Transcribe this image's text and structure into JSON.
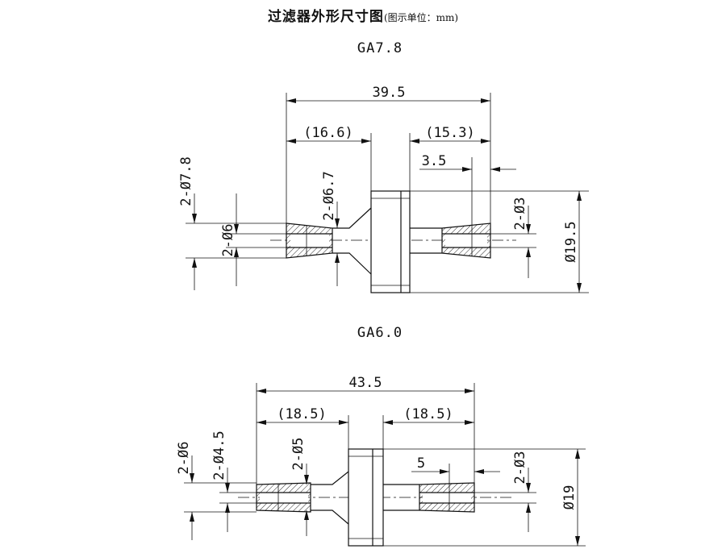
{
  "header": {
    "title": "过滤器外形尺寸图",
    "subtitle": "(图示单位：mm)"
  },
  "drawings": [
    {
      "model": "GA7.8",
      "dims": {
        "overall": "39.5",
        "left_len": "(16.6)",
        "right_len": "(15.3)",
        "tip_len": "3.5",
        "outer_barb": "2-Ø7.8",
        "neck": "2-Ø6.7",
        "tube": "2-Ø6",
        "bore": "2-Ø3",
        "body": "Ø19.5"
      }
    },
    {
      "model": "GA6.0",
      "dims": {
        "overall": "43.5",
        "left_len": "(18.5)",
        "right_len": "(18.5)",
        "tip_len": "5",
        "outer_barb": "2-Ø6",
        "neck": "2-Ø4.5",
        "tube": "2-Ø5",
        "bore": "2-Ø3",
        "body": "Ø19"
      }
    }
  ],
  "colors": {
    "line": "#111111",
    "background": "#ffffff"
  }
}
